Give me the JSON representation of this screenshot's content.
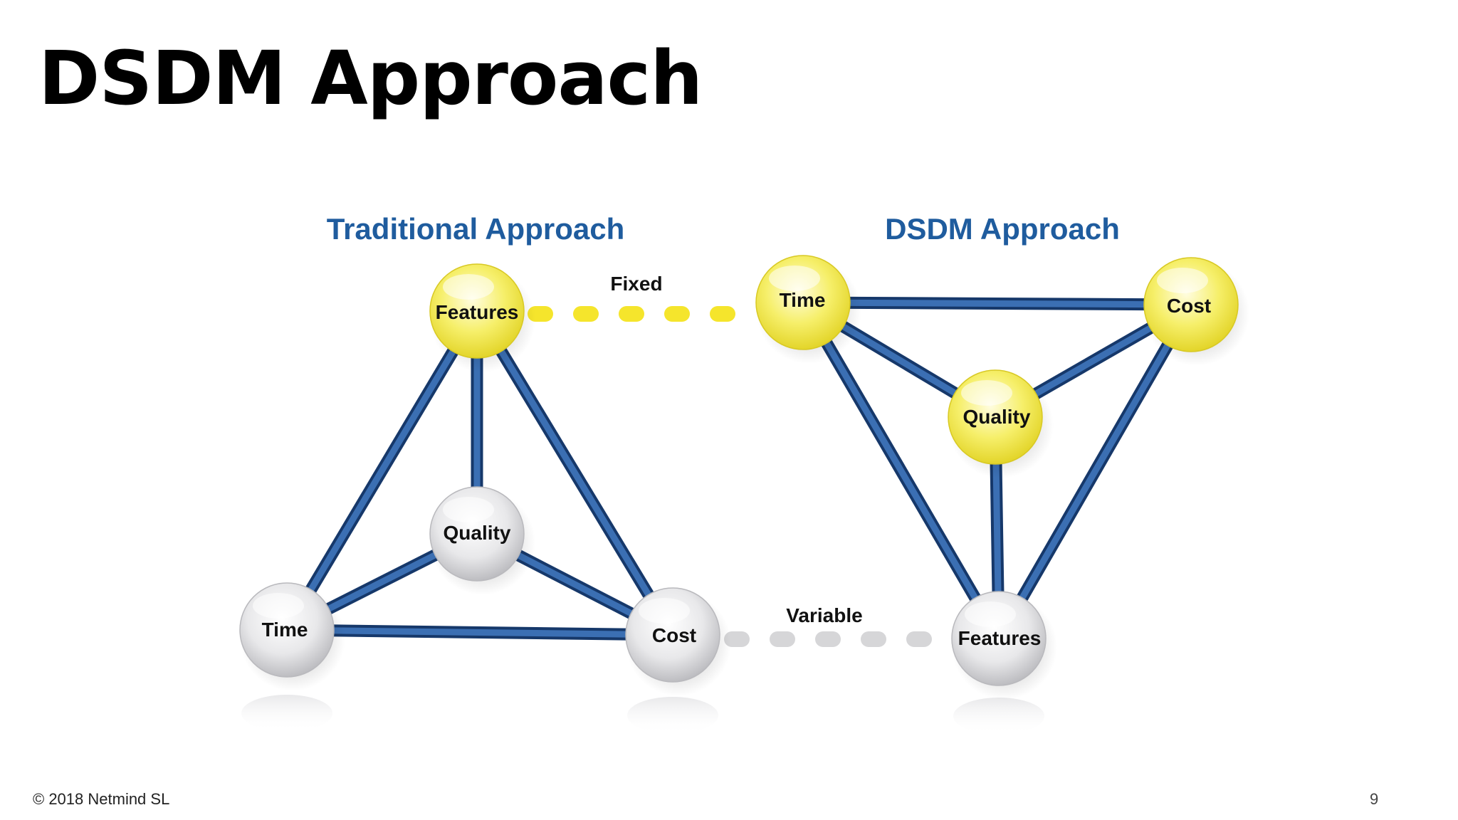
{
  "slide": {
    "title": "DSDM Approach",
    "copyright": "© 2018 Netmind SL",
    "page_number": "9"
  },
  "diagram": {
    "colors": {
      "heading": "#1f5c9e",
      "edge": "#2d5a9b",
      "fixed_node": "#f2ea4a",
      "variable_node": "#d9d9db",
      "fixed_dash": "#f5e52c",
      "variable_dash": "#d6d6d8"
    },
    "traditional": {
      "heading": "Traditional Approach",
      "nodes": {
        "features": {
          "label": "Features",
          "kind": "fixed"
        },
        "quality": {
          "label": "Quality",
          "kind": "variable"
        },
        "time": {
          "label": "Time",
          "kind": "variable"
        },
        "cost": {
          "label": "Cost",
          "kind": "variable"
        }
      }
    },
    "dsdm": {
      "heading": "DSDM Approach",
      "nodes": {
        "time": {
          "label": "Time",
          "kind": "fixed"
        },
        "cost": {
          "label": "Cost",
          "kind": "fixed"
        },
        "quality": {
          "label": "Quality",
          "kind": "fixed"
        },
        "features": {
          "label": "Features",
          "kind": "variable"
        }
      }
    },
    "links": {
      "fixed_label": "Fixed",
      "variable_label": "Variable"
    }
  }
}
